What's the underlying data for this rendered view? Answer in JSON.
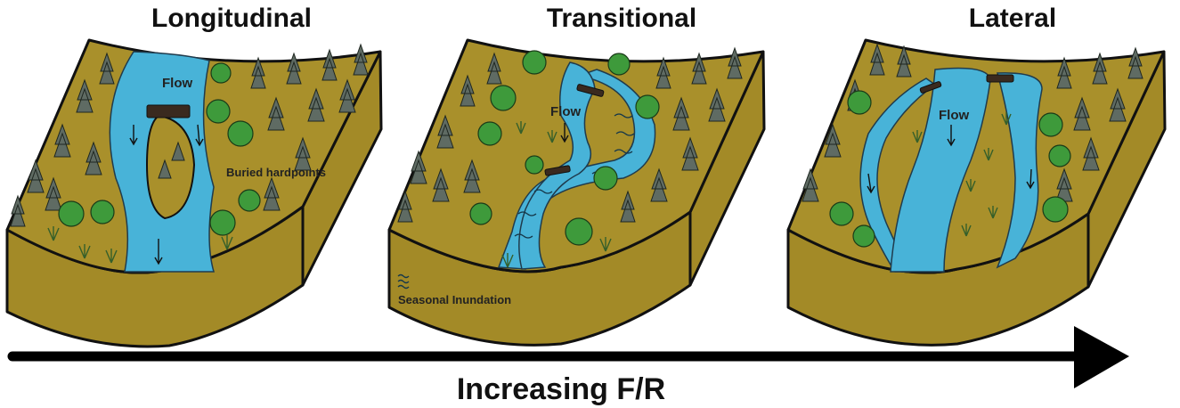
{
  "panels": [
    {
      "title": "Longitudinal",
      "flow_label": "Flow",
      "annotation": "Buried hardpoints"
    },
    {
      "title": "Transitional",
      "flow_label": "Flow",
      "legend_label": "Seasonal Inundation"
    },
    {
      "title": "Lateral",
      "flow_label": "Flow"
    }
  ],
  "axis": {
    "label": "Increasing F/R",
    "direction": "left-to-right"
  },
  "colors": {
    "ground": "#a9902b",
    "water": "#48b3d8",
    "conifer": "#5f6b63",
    "deciduous": "#3e9a3b"
  }
}
